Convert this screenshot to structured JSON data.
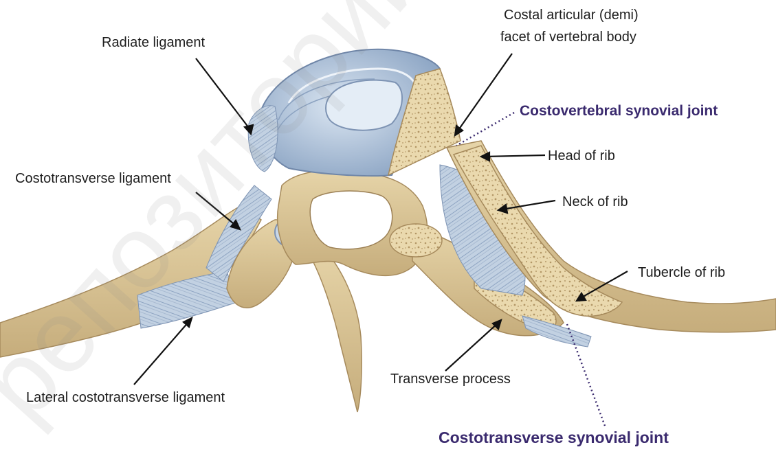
{
  "labels": {
    "radiate_ligament": "Radiate ligament",
    "costal_articular_facet_line1": "Costal articular (demi)",
    "costal_articular_facet_line2": "facet of vertebral body",
    "costovertebral_synovial_joint": "Costovertebral synovial joint",
    "head_of_rib": "Head of rib",
    "costotransverse_ligament": "Costotransverse ligament",
    "neck_of_rib": "Neck of rib",
    "tubercle_of_rib": "Tubercle of rib",
    "transverse_process": "Transverse process",
    "lateral_costotransverse_ligament": "Lateral costotransverse ligament",
    "costotransverse_synovial_joint": "Costotransverse synovial joint"
  },
  "watermark": "репозиторий",
  "colors": {
    "bone": "#d8c49a",
    "bone_shadow": "#b89e70",
    "cancellous_bone": "#e8d8ad",
    "ligament": "#b9c9dc",
    "ligament_dark": "#7d93b3",
    "disc": "#aec1d8",
    "synovial_label": "#3a2a6e",
    "leader": "#111111"
  }
}
